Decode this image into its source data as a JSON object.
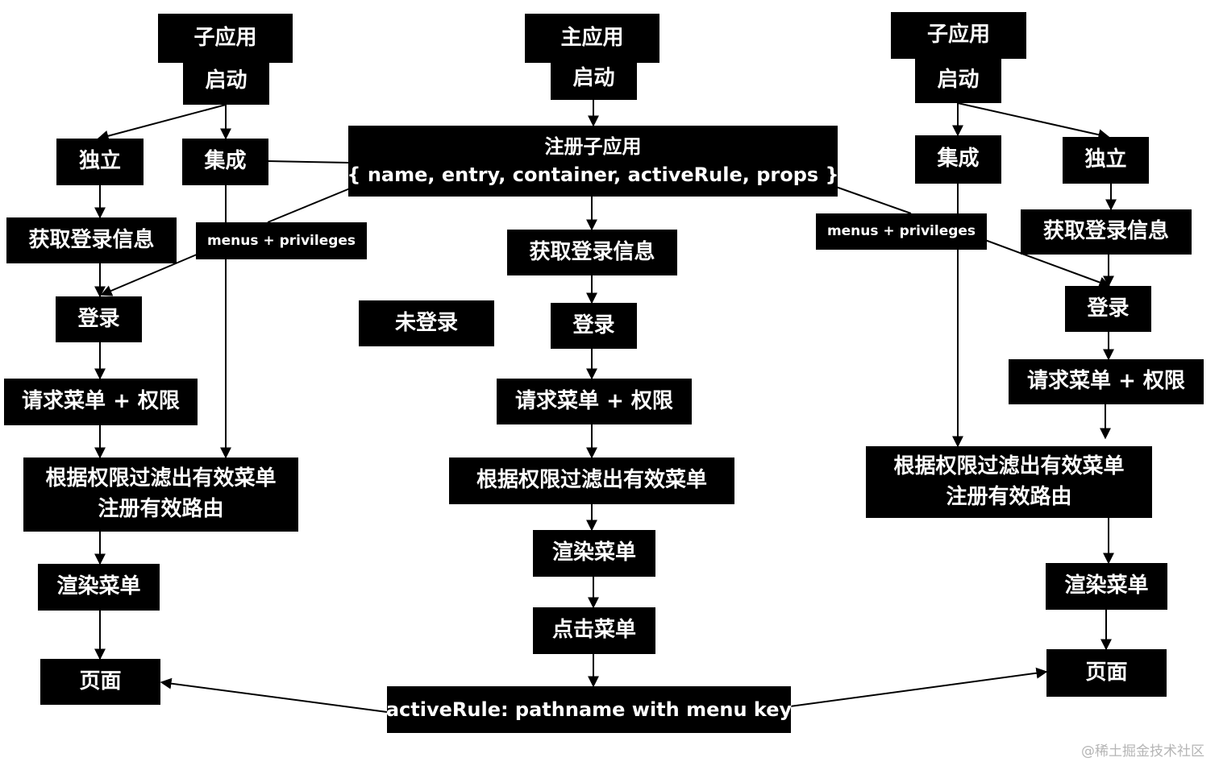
{
  "left": {
    "app_label": "子应用",
    "start_label": "启动",
    "independent": "独立",
    "integrated": "集成",
    "get_login_info": "获取登录信息",
    "menus_privileges": "menus + privileges",
    "login": "登录",
    "request_menu": "请求菜单 + 权限",
    "filter_line1": "根据权限过滤出有效菜单",
    "filter_line2": "注册有效路由",
    "render_menu": "渲染菜单",
    "page": "页面"
  },
  "center": {
    "app_label": "主应用",
    "start_label": "启动",
    "register_line1": "注册子应用",
    "register_line2": "{ name, entry, container, activeRule, props }",
    "get_login_info": "获取登录信息",
    "not_logged_in": "未登录",
    "login": "登录",
    "request_menu": "请求菜单 + 权限",
    "filter": "根据权限过滤出有效菜单",
    "render_menu": "渲染菜单",
    "click_menu": "点击菜单",
    "active_rule": "activeRule: pathname with menu key"
  },
  "right": {
    "app_label": "子应用",
    "start_label": "启动",
    "integrated": "集成",
    "independent": "独立",
    "menus_privileges": "menus + privileges",
    "get_login_info": "获取登录信息",
    "login": "登录",
    "request_menu": "请求菜单 + 权限",
    "filter_line1": "根据权限过滤出有效菜单",
    "filter_line2": "注册有效路由",
    "render_menu": "渲染菜单",
    "page": "页面"
  },
  "watermark": "@稀土掘金技术社区",
  "colors": {
    "node_bg": "#000000",
    "node_text": "#ffffff",
    "line": "#000000"
  }
}
